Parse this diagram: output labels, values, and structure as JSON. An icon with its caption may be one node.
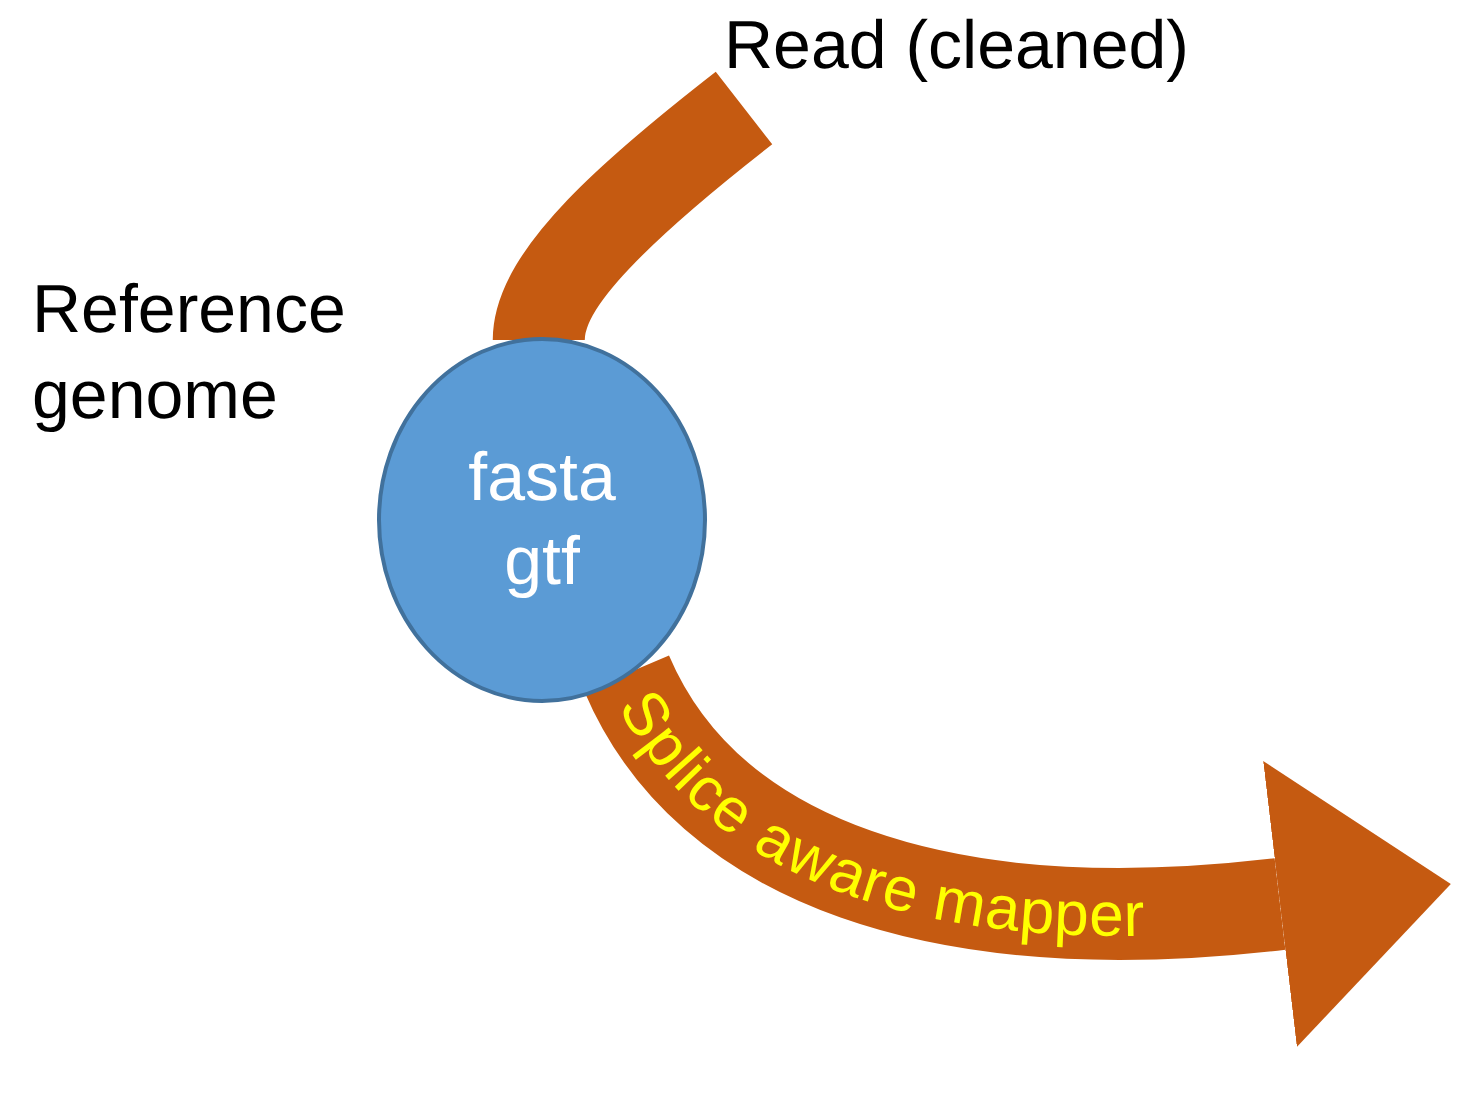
{
  "diagram": {
    "nodes": [
      {
        "text": [
          "Read (cleaned)"
        ]
      },
      {
        "text": [
          "fasta gtf"
        ],
        "beside": [
          "Reference genome"
        ]
      }
    ],
    "edges": [
      {
        "from": 0,
        "to": 1,
        "arrow": "none"
      },
      {
        "from": 1,
        "to": null,
        "arrow": "to",
        "label": "Splice aware mapper"
      }
    ]
  }
}
